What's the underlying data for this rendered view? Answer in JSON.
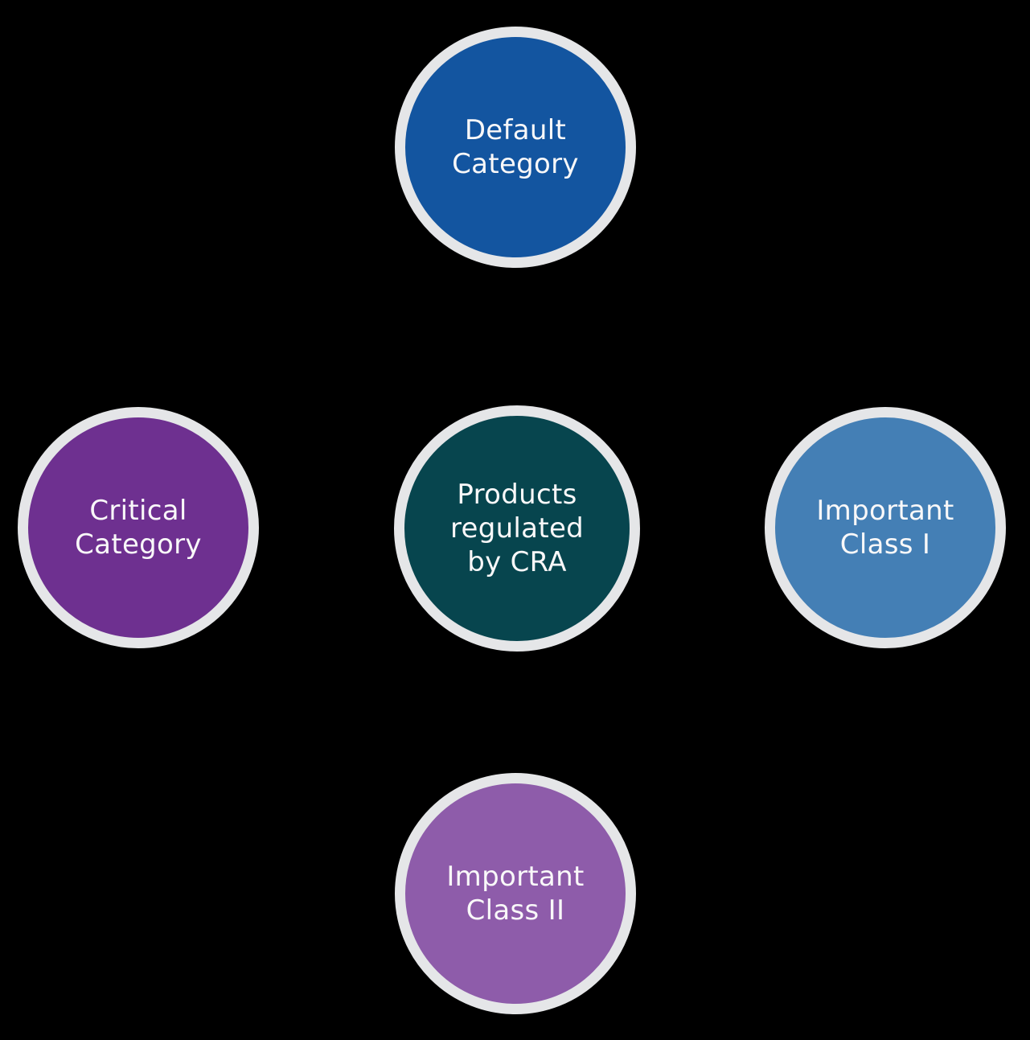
{
  "diagram": {
    "background_color": "#000000",
    "ring_color": "#E5E6E8",
    "text_color": "#F9F8F9",
    "nodes": {
      "center": {
        "label": "Products\nregulated\nby CRA",
        "color": "#07454E"
      },
      "top": {
        "label": "Default\nCategory",
        "color": "#1355A0"
      },
      "left": {
        "label": "Critical\nCategory",
        "color": "#6E3090"
      },
      "right": {
        "label": "Important\nClass I",
        "color": "#447FB5"
      },
      "bottom": {
        "label": "Important\nClass II",
        "color": "#8E5CAA"
      }
    }
  }
}
